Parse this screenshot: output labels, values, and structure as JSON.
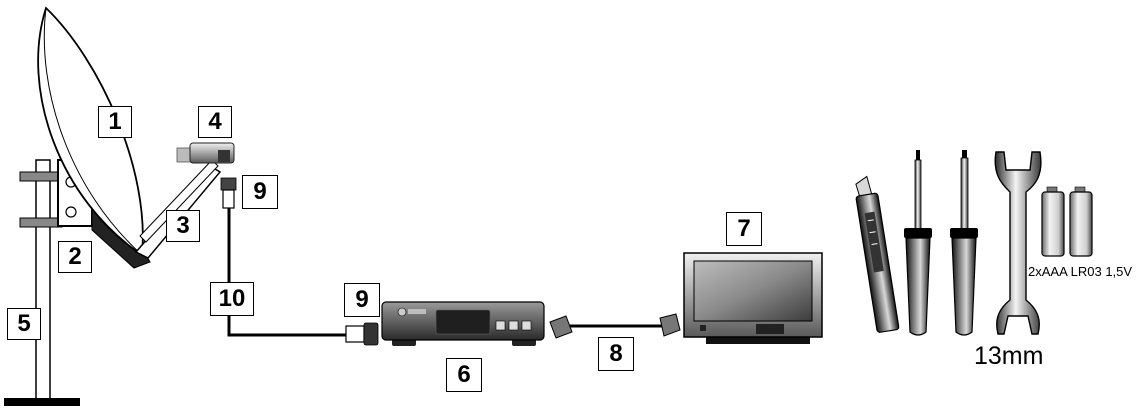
{
  "callouts": {
    "c1": "1",
    "c2": "2",
    "c3": "3",
    "c4": "4",
    "c5": "5",
    "c6": "6",
    "c7": "7",
    "c8": "8",
    "c9a": "9",
    "c9b": "9",
    "c10": "10"
  },
  "captions": {
    "batteries": "2xAAA LR03 1,5V",
    "wrench_size": "13mm"
  },
  "icons": [
    "satellite-dish-icon",
    "dish-mounting-bracket-icon",
    "lnb-arm-icon",
    "lnb-icon",
    "mast-pole-icon",
    "receiver-icon",
    "television-icon",
    "scart-cable-icon",
    "f-connector-icon",
    "coaxial-cable-icon",
    "utility-knife-icon",
    "phillips-screwdriver-icon",
    "flat-screwdriver-icon",
    "wrench-icon",
    "battery-icon"
  ]
}
